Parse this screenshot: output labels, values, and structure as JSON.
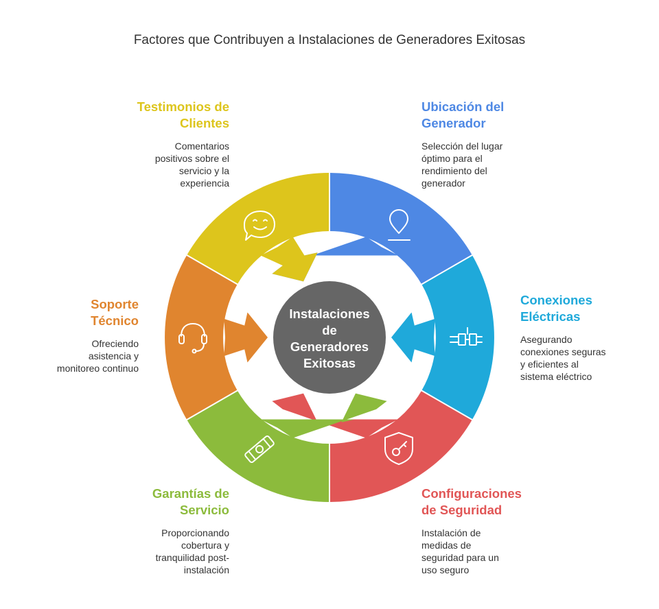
{
  "title": "Factores que Contribuyen a Instalaciones de Generadores Exitosas",
  "center": {
    "lines": [
      "Instalaciones",
      "de",
      "Generadores",
      "Exitosas"
    ],
    "color": "#666666"
  },
  "segments": [
    {
      "key": "ubicacion",
      "title_lines": [
        "Ubicación del",
        "Generador"
      ],
      "desc_lines": [
        "Selección del lugar",
        "óptimo para el",
        "rendimiento del",
        "generador"
      ],
      "color": "#4e88e4",
      "icon": "location-pin-icon"
    },
    {
      "key": "conexiones",
      "title_lines": [
        "Conexiones",
        "Eléctricas"
      ],
      "desc_lines": [
        "Asegurando",
        "conexiones seguras",
        "y eficientes al",
        "sistema eléctrico"
      ],
      "color": "#1fa9da",
      "icon": "electrical-connector-icon"
    },
    {
      "key": "seguridad",
      "title_lines": [
        "Configuraciones",
        "de Seguridad"
      ],
      "desc_lines": [
        "Instalación de",
        "medidas de",
        "seguridad para un",
        "uso seguro"
      ],
      "color": "#e15656",
      "icon": "shield-key-icon"
    },
    {
      "key": "garantias",
      "title_lines": [
        "Garantías de",
        "Servicio"
      ],
      "desc_lines": [
        "Proporcionando",
        "cobertura y",
        "tranquilidad post-",
        "instalación"
      ],
      "color": "#8cbb3c",
      "icon": "diploma-scroll-icon"
    },
    {
      "key": "soporte",
      "title_lines": [
        "Soporte",
        "Técnico"
      ],
      "desc_lines": [
        "Ofreciendo",
        "asistencia y",
        "monitoreo continuo"
      ],
      "color": "#e0852f",
      "icon": "headset-icon"
    },
    {
      "key": "testimonios",
      "title_lines": [
        "Testimonios de",
        "Clientes"
      ],
      "desc_lines": [
        "Comentarios",
        "positivos sobre el",
        "servicio y la",
        "experiencia"
      ],
      "color": "#ddc51c",
      "icon": "smiling-speech-bubble-icon"
    }
  ]
}
